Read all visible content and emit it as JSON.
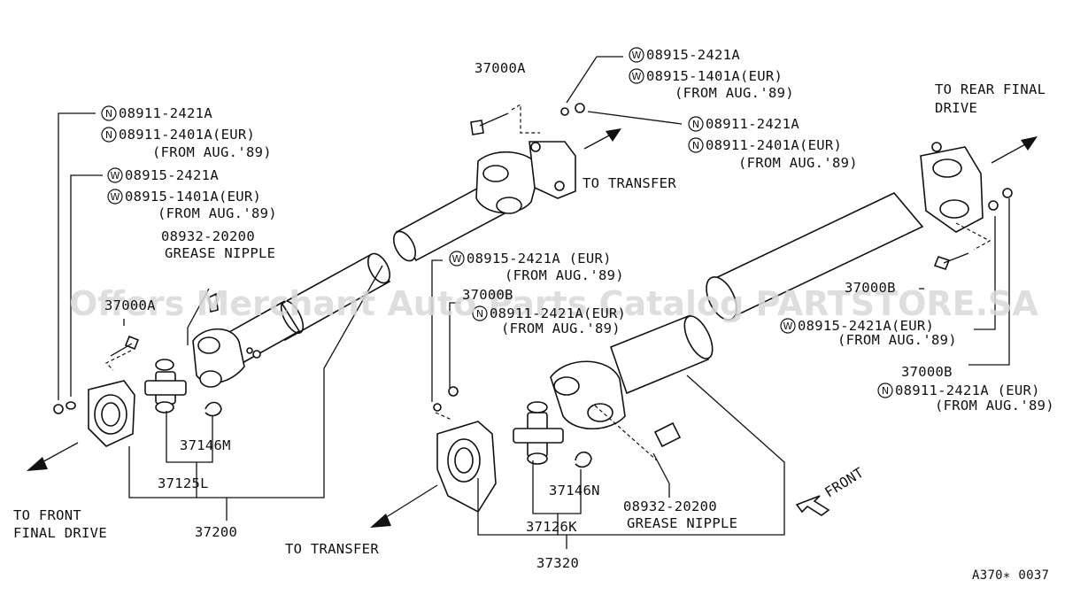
{
  "labels": {
    "part_37000A": "37000A",
    "w_08915_2421A_top": "08915-2421A",
    "w_08915_1401A_eur_top": "08915-1401A(EUR)",
    "from_aug89_top_w": "(FROM AUG.'89)",
    "n_08911_2421A_top_right": "08911-2421A",
    "n_08911_2401A_eur_top_right": "08911-2401A(EUR)",
    "from_aug89_top_right": "(FROM AUG.'89)",
    "n_08911_2421A_left": "08911-2421A",
    "n_08911_2401A_eur_left": "08911-2401A(EUR)",
    "from_aug89_left_n": "(FROM AUG.'89)",
    "w_08915_2421A_left": "08915-2421A",
    "w_08915_1401A_eur_left": "08915-1401A(EUR)",
    "from_aug89_left_w": "(FROM AUG.'89)",
    "grease_part_left": "08932-20200",
    "grease_name_left": "GREASE NIPPLE",
    "part_37000A_left": "37000A",
    "to_transfer_top": "TO TRANSFER",
    "to_rear_final_1": "TO REAR FINAL",
    "to_rear_final_2": "DRIVE",
    "w_08915_2421A_eur_mid": "08915-2421A (EUR)",
    "from_aug89_mid_w": "(FROM AUG.'89)",
    "part_37000B_mid": "37000B",
    "n_08911_2421A_eur_mid": "08911-2421A(EUR)",
    "from_aug89_mid_n": "(FROM AUG.'89)",
    "part_37000B_right_upper": "37000B",
    "w_08915_2421A_eur_right": "08915-2421A(EUR)",
    "from_aug89_right_w": "(FROM AUG.'89)",
    "part_37000B_right": "37000B",
    "n_08911_2421A_eur_right": "08911-2421A (EUR)",
    "from_aug89_right_n": "(FROM AUG.'89)",
    "part_37146M": "37146M",
    "part_37125L": "37125L",
    "part_37200": "37200",
    "to_front_1": "TO FRONT",
    "to_front_2": "FINAL DRIVE",
    "to_transfer_bottom": "TO TRANSFER",
    "part_37146N": "37146N",
    "part_37126K": "37126K",
    "part_37320": "37320",
    "grease_part_bottom": "08932-20200",
    "grease_name_bottom": "GREASE NIPPLE",
    "front": "FRONT",
    "diagram_code": "A370∗ 0037"
  },
  "markers": {
    "n": "N",
    "w": "W"
  },
  "watermark": "Offers Merchant Auto Parts Catalog PARTSTORE.SA"
}
